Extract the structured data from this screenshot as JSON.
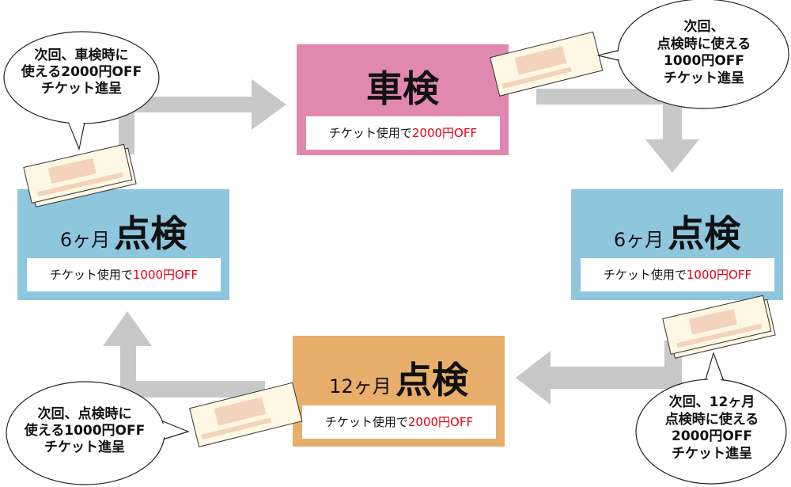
{
  "colors": {
    "arrow": "#c8c8c8",
    "shaken_box": "#e188b0",
    "inspection_6m_box": "#8ec6de",
    "inspection_12m_box": "#e8ae6c",
    "highlight_text": "#e60012",
    "ticket_fill": "#fdf7e3",
    "ticket_mark": "#f3d3bb"
  },
  "boxes": {
    "shaken": {
      "prefix": "",
      "title": "車検",
      "note_prefix": "チケット使用で",
      "note_amount": "2000円OFF"
    },
    "inspection_6m_right": {
      "prefix": "6ヶ月",
      "title": "点検",
      "note_prefix": "チケット使用で",
      "note_amount": "1000円OFF"
    },
    "inspection_12m": {
      "prefix": "12ヶ月",
      "title": "点検",
      "note_prefix": "チケット使用で",
      "note_amount": "2000円OFF"
    },
    "inspection_6m_left": {
      "prefix": "6ヶ月",
      "title": "点検",
      "note_prefix": "チケット使用で",
      "note_amount": "1000円OFF"
    }
  },
  "bubbles": {
    "top_left": [
      "次回、車検時に",
      "使える2000円OFF",
      "チケット進呈"
    ],
    "top_right": [
      "次回、",
      "点検時に使える",
      "1000円OFF",
      "チケット進呈"
    ],
    "bottom_right": [
      "次回、12ヶ月",
      "点検時に使える",
      "2000円OFF",
      "チケット進呈"
    ],
    "bottom_left": [
      "次回、点検時に",
      "使える1000円OFF",
      "チケット進呈"
    ]
  }
}
